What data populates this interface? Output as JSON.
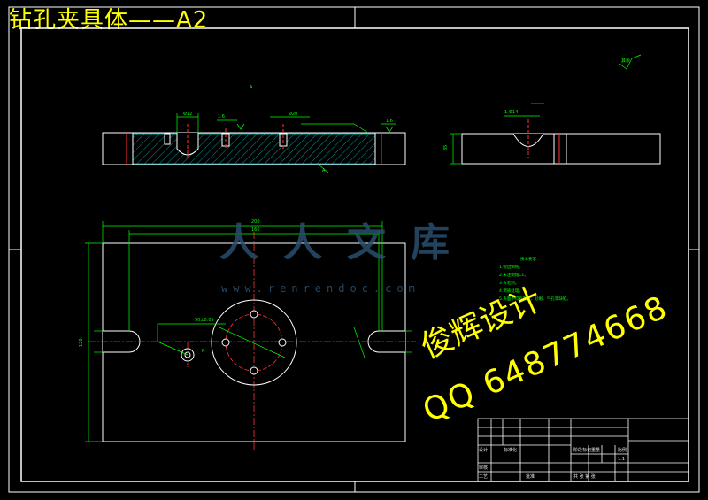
{
  "title": "钻孔夹具体——A2",
  "watermark": {
    "designer": "俊辉设计",
    "qq": "QQ  648774668",
    "logo": "人人文库",
    "url": "www.renrendoc.com"
  },
  "colors": {
    "title": "#ffff00",
    "outline": "#ffffff",
    "dimension": "#00ff00",
    "centerline": "#ff3333",
    "hatch": "#00ffff",
    "watermark": "#2a4e6e"
  }
}
